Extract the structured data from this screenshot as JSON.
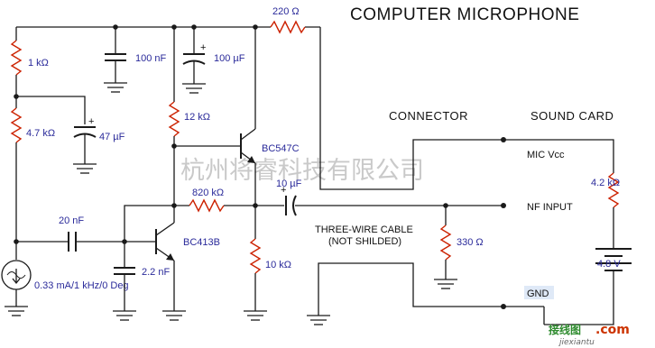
{
  "title": "COMPUTER MICROPHONE",
  "headers": {
    "connector": "CONNECTOR",
    "sound_card": "SOUND CARD"
  },
  "components": {
    "r_1k": "1 kΩ",
    "r_4k7": "4.7 kΩ",
    "c_100n": "100 nF",
    "c_100u": "100 µF",
    "c_47u": "47 µF",
    "r_12k": "12 kΩ",
    "r_220": "220 Ω",
    "q_bc547c": "BC547C",
    "r_820k": "820 kΩ",
    "c_10u": "10 µF",
    "c_20n": "20 nF",
    "q_bc413b": "BC413B",
    "c_2n2": "2.2 nF",
    "r_10k": "10 kΩ",
    "r_330": "330 Ω",
    "source": "0.33 mA/1 kHz/0 Deg",
    "r_4k2": "4.2 kΩ",
    "battery": "4.8 V",
    "plus": "+"
  },
  "cable_label": {
    "line1": "THREE-WIRE CABLE",
    "line2": "(NOT SHILDED)"
  },
  "connector_pins": {
    "mic_vcc": "MIC Vcc",
    "nf_input": "NF INPUT",
    "gnd": "GND"
  },
  "watermark": "杭州将睿科技有限公司",
  "logo": {
    "cn": "接线图",
    "dotcom": ".com",
    "sub": "jiexiantu"
  }
}
